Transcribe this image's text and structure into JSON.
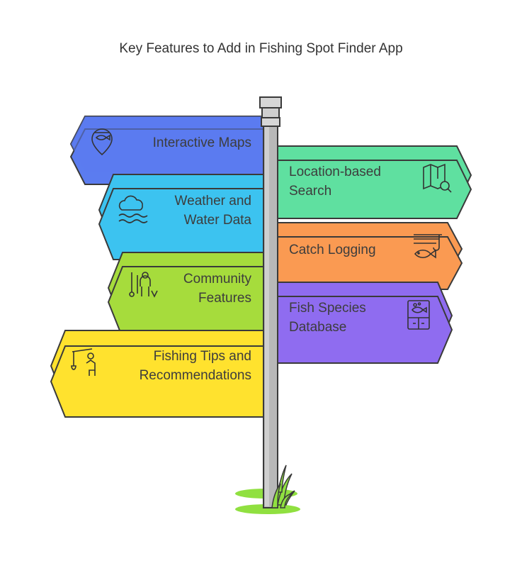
{
  "title": "Key Features to Add in Fishing Spot Finder App",
  "signs": [
    {
      "lines": [
        "Interactive Maps"
      ],
      "color": "#5b7cf0",
      "icon": "map-pin-fish-icon",
      "side": "left"
    },
    {
      "lines": [
        "Location-based",
        "Search"
      ],
      "color": "#5fe0a0",
      "icon": "map-search-icon",
      "side": "right"
    },
    {
      "lines": [
        "Weather and",
        "Water Data"
      ],
      "color": "#3cc3f0",
      "icon": "cloud-waves-icon",
      "side": "left"
    },
    {
      "lines": [
        "Catch Logging"
      ],
      "color": "#fa9a52",
      "icon": "fish-hook-icon",
      "side": "right"
    },
    {
      "lines": [
        "Community",
        "Features"
      ],
      "color": "#a6dc3c",
      "icon": "fishing-people-icon",
      "side": "left"
    },
    {
      "lines": [
        "Fish Species",
        "Database"
      ],
      "color": "#8f6cf0",
      "icon": "fish-box-icon",
      "side": "right"
    },
    {
      "lines": [
        "Fishing Tips and",
        "Recommendations"
      ],
      "color": "#ffe22e",
      "icon": "angler-icon",
      "side": "left"
    }
  ]
}
